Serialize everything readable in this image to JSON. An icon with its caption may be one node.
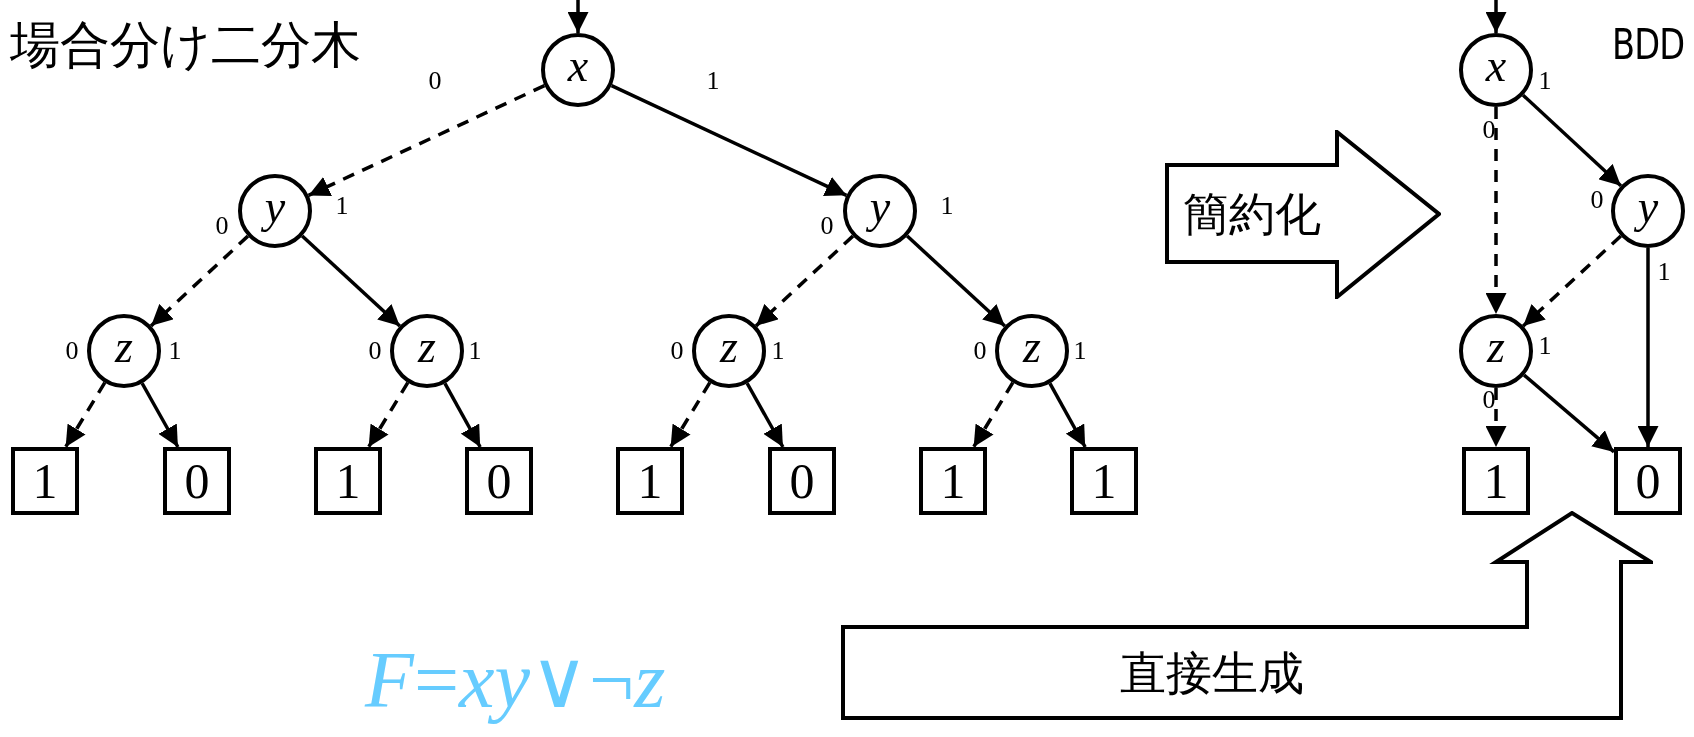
{
  "diagram": {
    "title": "場合分け二分木",
    "nodes": [
      {
        "text": [
          "x"
        ]
      },
      {
        "text": [
          "y"
        ]
      },
      {
        "text": [
          "y"
        ]
      },
      {
        "text": [
          "z"
        ]
      },
      {
        "text": [
          "z"
        ]
      },
      {
        "text": [
          "z"
        ]
      },
      {
        "text": [
          "z"
        ]
      },
      {
        "text": [
          "1"
        ]
      },
      {
        "text": [
          "0"
        ]
      },
      {
        "text": [
          "1"
        ]
      },
      {
        "text": [
          "0"
        ]
      },
      {
        "text": [
          "1"
        ]
      },
      {
        "text": [
          "0"
        ]
      },
      {
        "text": [
          "1"
        ]
      },
      {
        "text": [
          "1"
        ]
      },
      {
        "text": [
          "簡約化"
        ]
      },
      {
        "text": [
          "x"
        ]
      },
      {
        "text": [
          "y"
        ]
      },
      {
        "text": [
          "z"
        ]
      },
      {
        "text": [
          "1"
        ]
      },
      {
        "text": [
          "0"
        ]
      },
      {
        "text": [
          "直接生成"
        ]
      }
    ],
    "edges": [
      {
        "from": 0,
        "to": 1,
        "arrow": "to",
        "label": "0",
        "style": "dashed"
      },
      {
        "from": 0,
        "to": 2,
        "arrow": "to",
        "label": "1"
      },
      {
        "from": 1,
        "to": 3,
        "arrow": "to",
        "label": "0",
        "style": "dashed"
      },
      {
        "from": 1,
        "to": 4,
        "arrow": "to",
        "label": "1"
      },
      {
        "from": 2,
        "to": 5,
        "arrow": "to",
        "label": "0",
        "style": "dashed"
      },
      {
        "from": 2,
        "to": 6,
        "arrow": "to",
        "label": "1"
      },
      {
        "from": 3,
        "to": 7,
        "arrow": "to",
        "label": "0",
        "style": "dashed"
      },
      {
        "from": 3,
        "to": 8,
        "arrow": "to",
        "label": "1"
      },
      {
        "from": 4,
        "to": 9,
        "arrow": "to",
        "label": "0",
        "style": "dashed"
      },
      {
        "from": 4,
        "to": 10,
        "arrow": "to",
        "label": "1"
      },
      {
        "from": 5,
        "to": 11,
        "arrow": "to",
        "label": "0",
        "style": "dashed"
      },
      {
        "from": 5,
        "to": 12,
        "arrow": "to",
        "label": "1"
      },
      {
        "from": 6,
        "to": 13,
        "arrow": "to",
        "label": "0",
        "style": "dashed"
      },
      {
        "from": 6,
        "to": 14,
        "arrow": "to",
        "label": "1"
      },
      {
        "from": null,
        "to": 0,
        "arrow": "to"
      },
      {
        "from": null,
        "to": 16,
        "arrow": "to"
      },
      {
        "from": 16,
        "to": 18,
        "arrow": "to",
        "label": "0",
        "style": "dashed"
      },
      {
        "from": 16,
        "to": 17,
        "arrow": "to",
        "label": "1"
      },
      {
        "from": 17,
        "to": 18,
        "arrow": "to",
        "label": "0",
        "style": "dashed"
      },
      {
        "from": 17,
        "to": 20,
        "arrow": "to",
        "label": "1"
      },
      {
        "from": 18,
        "to": 19,
        "arrow": "to",
        "label": "0",
        "style": "dashed"
      },
      {
        "from": 18,
        "to": 20,
        "arrow": "to",
        "label": "1"
      }
    ],
    "labels": [
      "BDD",
      "*F*=*xy*∨¬*z*"
    ]
  }
}
